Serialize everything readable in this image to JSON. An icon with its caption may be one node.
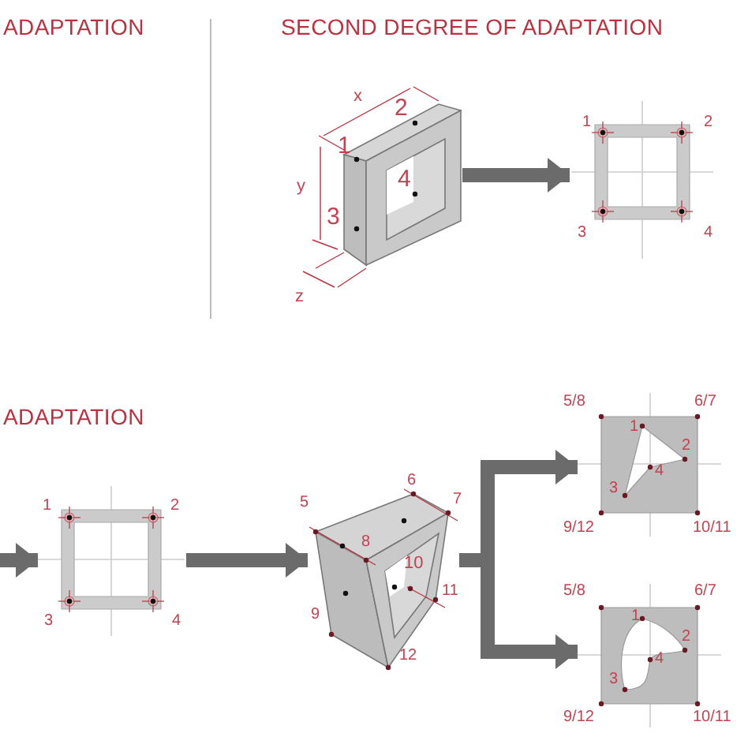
{
  "diagram": {
    "nodes": [
      {
        "text": [],
        "shape": "picture"
      },
      {
        "text": [],
        "shape": "picture"
      },
      {
        "text": [],
        "shape": "picture"
      },
      {
        "text": [],
        "shape": "picture"
      },
      {
        "text": [],
        "shape": "picture"
      },
      {
        "text": [],
        "shape": "picture"
      }
    ],
    "edges": [
      {
        "from": 0,
        "to": 1,
        "arrow": "to"
      },
      {
        "from": null,
        "to": 2,
        "arrow": "to"
      },
      {
        "from": 2,
        "to": 3,
        "arrow": "to"
      },
      {
        "from": 3,
        "to": 4,
        "arrow": "to"
      },
      {
        "from": 3,
        "to": 5,
        "arrow": "to"
      }
    ],
    "labels": [
      "ADAPTATION",
      "SECOND DEGREE OF ADAPTATION",
      "x",
      "2",
      "1",
      "y",
      "4",
      "3",
      "z",
      "1",
      "2",
      "3",
      "4",
      "ADAPTATION",
      "1",
      "2",
      "3",
      "4",
      "6",
      "5",
      "7",
      "8",
      "10",
      "11",
      "9",
      "12",
      "5/8",
      "6/7",
      "1",
      "2",
      "4",
      "3",
      "9/12",
      "10/11",
      "5/8",
      "6/7",
      "1",
      "2",
      "4",
      "3",
      "9/12",
      "10/11"
    ]
  }
}
